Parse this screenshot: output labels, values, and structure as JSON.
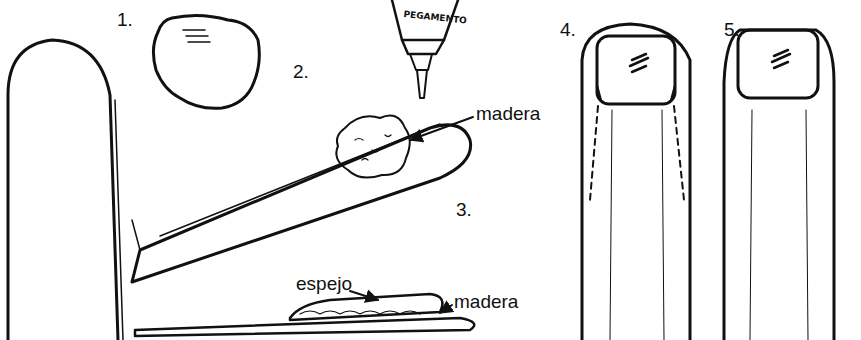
{
  "diagram": {
    "labels": [
      "1.",
      "2.",
      "madera",
      "3.",
      "espejo",
      "madera",
      "4.",
      "5.",
      "PEGAMENTO"
    ]
  }
}
